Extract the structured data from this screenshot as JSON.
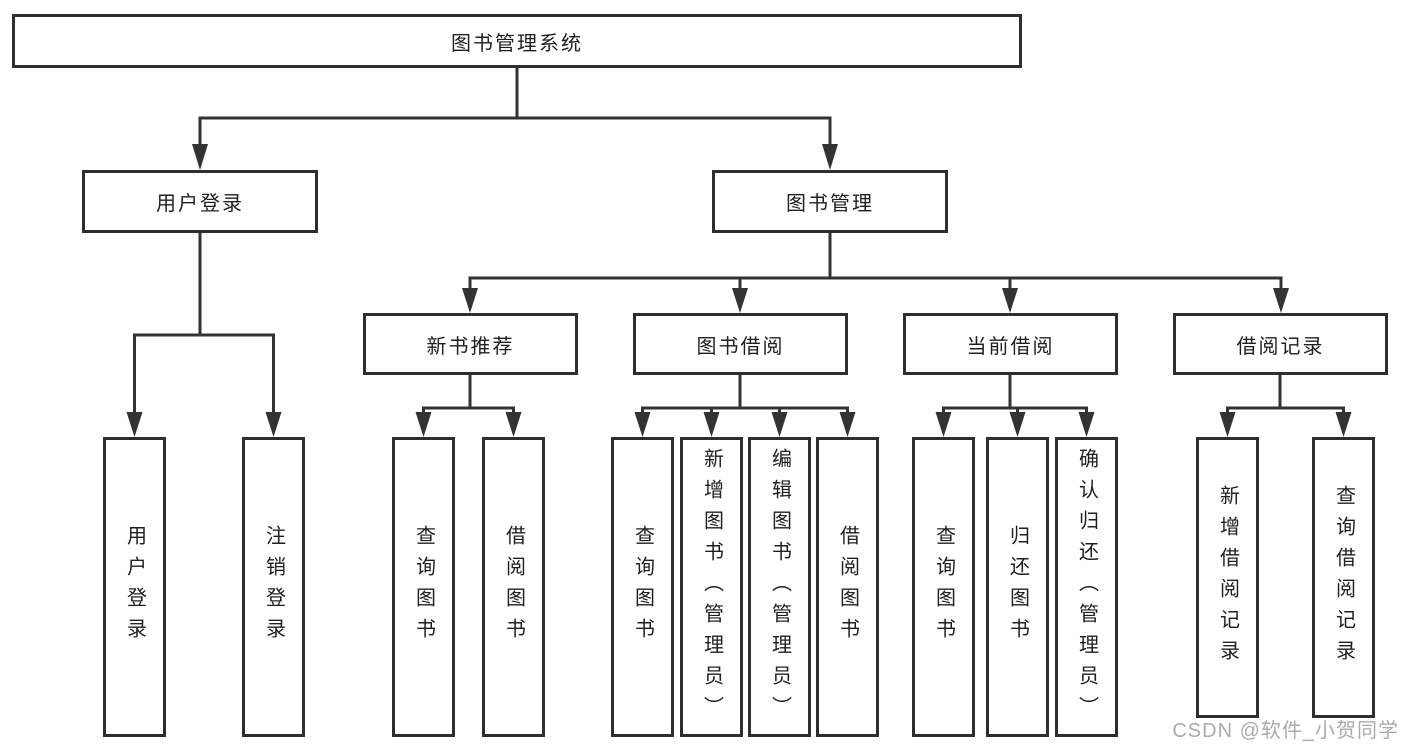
{
  "tree": {
    "label": "图书管理系统",
    "children": [
      {
        "label": "用户登录",
        "children": [
          {
            "label": "用户登录"
          },
          {
            "label": "注销登录"
          }
        ]
      },
      {
        "label": "图书管理",
        "children": [
          {
            "label": "新书推荐",
            "children": [
              {
                "label": "查询图书"
              },
              {
                "label": "借阅图书"
              }
            ]
          },
          {
            "label": "图书借阅",
            "children": [
              {
                "label": "查询图书"
              },
              {
                "label": "新增图书（管理员）"
              },
              {
                "label": "编辑图书（管理员）"
              },
              {
                "label": "借阅图书"
              }
            ]
          },
          {
            "label": "当前借阅",
            "children": [
              {
                "label": "查询图书"
              },
              {
                "label": "归还图书"
              },
              {
                "label": "确认归还（管理员）"
              }
            ]
          },
          {
            "label": "借阅记录",
            "children": [
              {
                "label": "新增借阅记录"
              },
              {
                "label": "查询借阅记录"
              }
            ]
          }
        ]
      }
    ]
  },
  "watermark": {
    "text": "CSDN @软件_小贺同学"
  },
  "colors": {
    "line": "#333333",
    "border": "#2e2e2e",
    "text": "#1f1f1f",
    "background": "#ffffff",
    "watermark": "#ababab"
  }
}
